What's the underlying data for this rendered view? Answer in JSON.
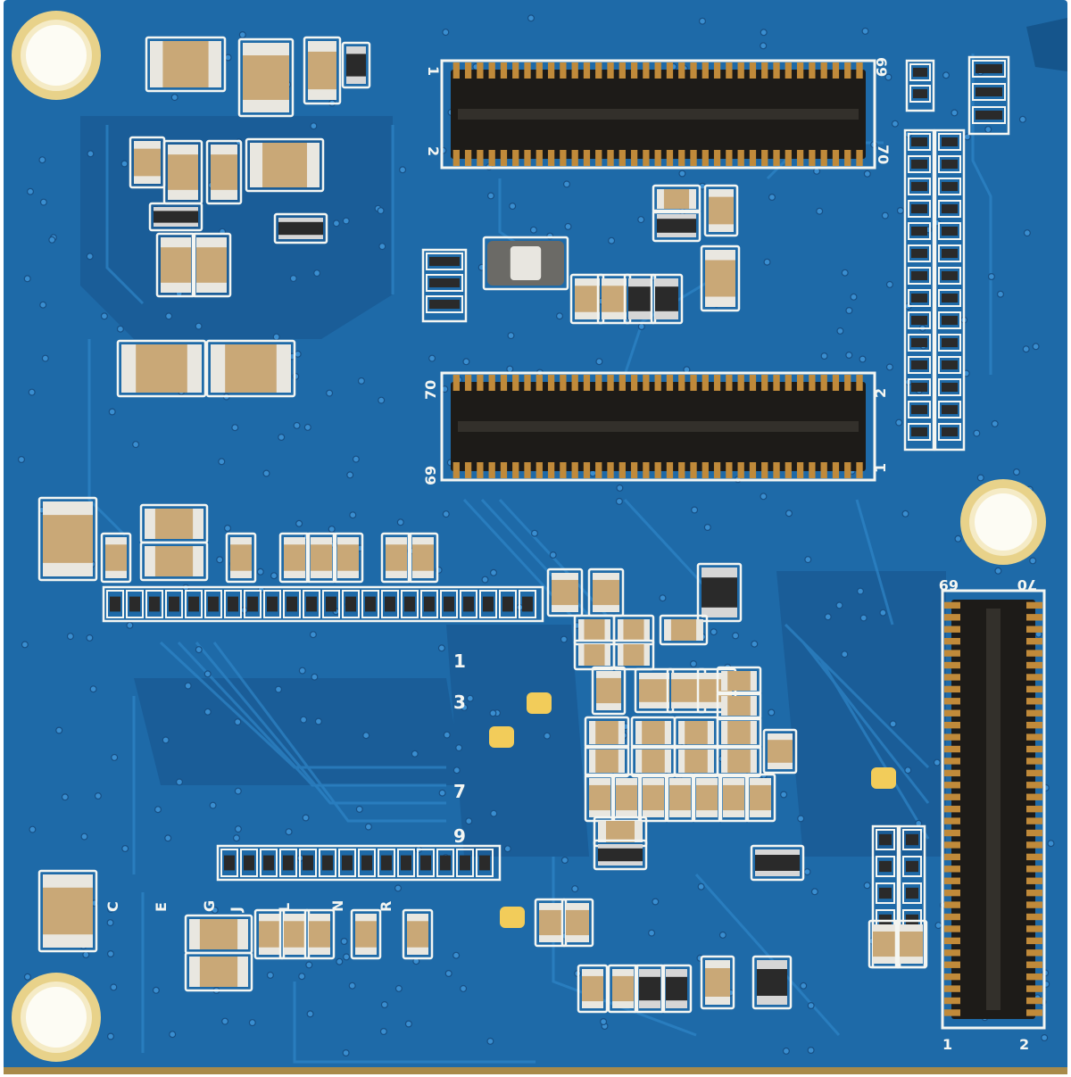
{
  "subject": "printed circuit board",
  "colors": {
    "board": "#1e6aa8",
    "board_dark": "#15558c",
    "trace": "#2a7fc0",
    "via": "#1a4f80",
    "silkscreen": "#f4f6f2",
    "pad_gold": "#d9b25a",
    "component_tan": "#c9a877",
    "component_dark": "#2a2a2a",
    "connector_body": "#1d1b18",
    "connector_pin": "#c08a3a"
  },
  "connectors": {
    "top": {
      "label_first": "1",
      "label_second": "2",
      "label_end_a": "69",
      "label_end_b": "70"
    },
    "middle": {
      "label_first": "70",
      "label_second": "69",
      "label_end_a": "2",
      "label_end_b": "1"
    },
    "right": {
      "label_first": "69",
      "label_second": "70",
      "label_end_a": "1",
      "label_end_b": "2"
    }
  },
  "silk_numbers": [
    "1",
    "3",
    "7",
    "9"
  ],
  "silk_letters": [
    "C",
    "E",
    "G",
    "J",
    "L",
    "N",
    "R"
  ]
}
